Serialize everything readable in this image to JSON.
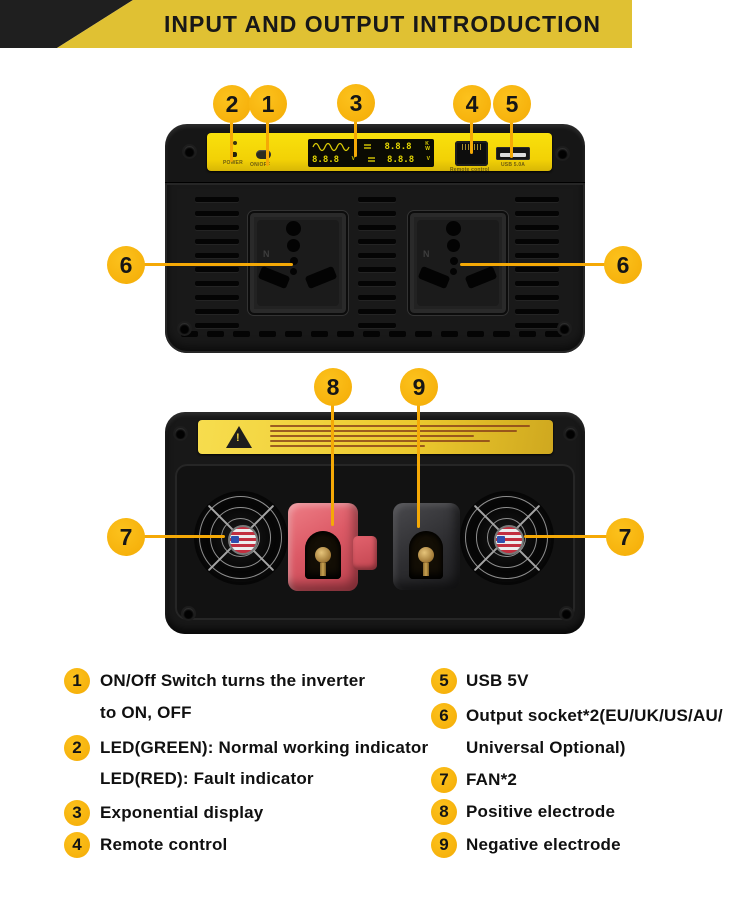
{
  "header": {
    "title": "INPUT AND OUTPUT INTRODUCTION"
  },
  "colors": {
    "banner_yellow": "#e0c133",
    "callout_yellow": "#f4ab05",
    "panel_yellow": "#f2d106",
    "warning_yellow": "#ecc92e",
    "positive_red": "#dc5a66",
    "body_black": "#181818"
  },
  "callouts": {
    "n1": "1",
    "n2": "2",
    "n3": "3",
    "n4": "4",
    "n5": "5",
    "n6": "6",
    "n7": "7",
    "n8": "8",
    "n9": "9"
  },
  "device_front": {
    "power_label": "POWER",
    "onoff_label": "ON/OFF",
    "remote_label": "Remote control",
    "usb_label": "USB 5.0A",
    "socket_n": "N",
    "display": {
      "row1_digits": "8.8.8",
      "row1_unit": "K",
      "row1_unit2": "W",
      "row2_left": "8.8.8",
      "row2_left_unit": "V",
      "row2_right": "8.8.8",
      "row2_right_unit": "V"
    }
  },
  "legend": {
    "items": [
      {
        "number": "1",
        "lines": [
          "ON/Off Switch turns the inverter",
          "to ON, OFF"
        ]
      },
      {
        "number": "2",
        "lines": [
          "LED(GREEN): Normal working indicator",
          "LED(RED): Fault indicator"
        ]
      },
      {
        "number": "3",
        "lines": [
          "Exponential display"
        ]
      },
      {
        "number": "4",
        "lines": [
          "Remote control"
        ]
      },
      {
        "number": "5",
        "lines": [
          "USB 5V"
        ]
      },
      {
        "number": "6",
        "lines": [
          "Output socket*2(EU/UK/US/AU/",
          "Universal Optional)"
        ]
      },
      {
        "number": "7",
        "lines": [
          "FAN*2"
        ]
      },
      {
        "number": "8",
        "lines": [
          "Positive electrode"
        ]
      },
      {
        "number": "9",
        "lines": [
          "Negative electrode"
        ]
      }
    ]
  }
}
